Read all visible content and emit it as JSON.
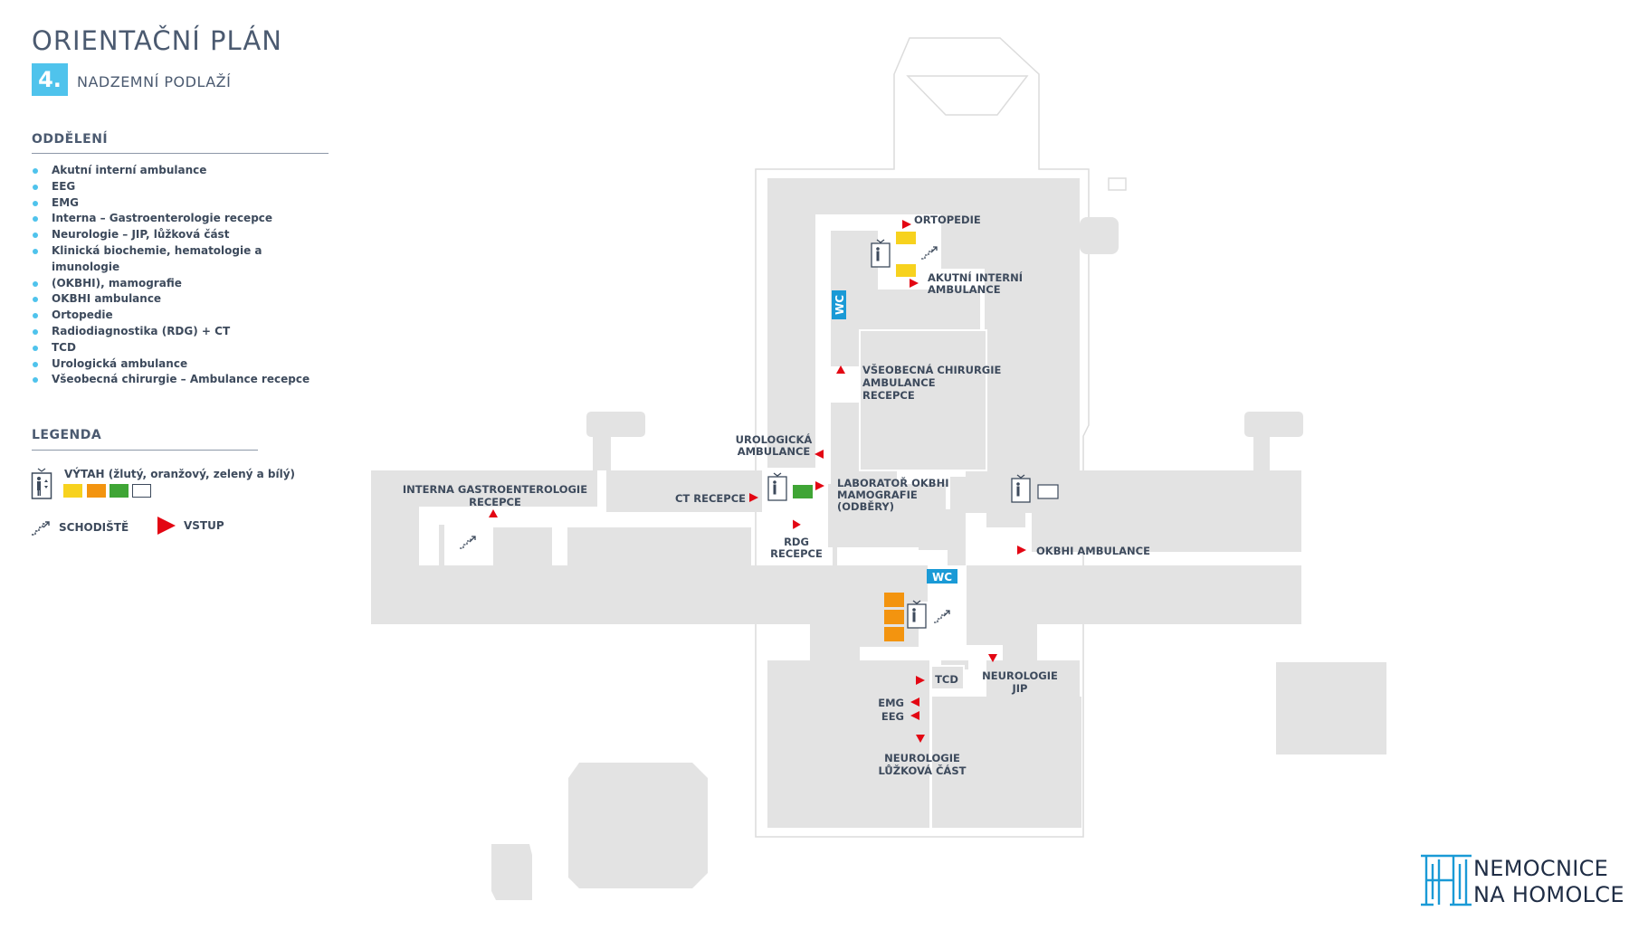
{
  "header": {
    "title": "ORIENTAČNÍ PLÁN",
    "floor_number": "4.",
    "floor_name": "NADZEMNÍ PODLAŽÍ"
  },
  "departments": {
    "heading": "ODDĚLENÍ",
    "items": [
      "Akutní interní ambulance",
      "EEG",
      "EMG",
      "Interna – Gastroenterologie recepce",
      "Neurologie – JIP, lůžková část",
      "Klinická biochemie, hematologie a imunologie",
      "(OKBHI), mamografie",
      "OKBHI ambulance",
      "Ortopedie",
      "Radiodiagnostika (RDG) + CT",
      "TCD",
      "Urologická ambulance",
      "Všeobecná chirurgie – Ambulance recepce"
    ]
  },
  "legend": {
    "heading": "LEGENDA",
    "elevator_label": "VÝTAH (žlutý, oranžový, zelený a bílý)",
    "elevator_colors": [
      "#f7d21e",
      "#f3940f",
      "#3fa535",
      "#ffffff"
    ],
    "stairs_label": "SCHODIŠTĚ",
    "entrance_label": "VSTUP"
  },
  "map_labels": {
    "ortopedie": "ORTOPEDIE",
    "akutni_1": "AKUTNÍ INTERNÍ",
    "akutni_2": "AMBULANCE",
    "chirurgie_1": "VŠEOBECNÁ CHIRURGIE",
    "chirurgie_2": "AMBULANCE",
    "chirurgie_3": "RECEPCE",
    "urologicka_1": "UROLOGICKÁ",
    "urologicka_2": "AMBULANCE",
    "interna_1": "INTERNA GASTROENTEROLOGIE",
    "interna_2": "RECEPCE",
    "ct": "CT RECEPCE",
    "laborator_1": "LABORATOŘ OKBHI",
    "laborator_2": "MAMOGRAFIE",
    "laborator_3": "(ODBĚRY)",
    "rdg_1": "RDG",
    "rdg_2": "RECEPCE",
    "okbhi_amb": "OKBHI AMBULANCE",
    "wc": "WC",
    "tcd": "TCD",
    "emg": "EMG",
    "eeg": "EEG",
    "neuro_jip_1": "NEUROLOGIE",
    "neuro_jip_2": "JIP",
    "neuro_luz_1": "NEUROLOGIE",
    "neuro_luz_2": "LŮŽKOVÁ ČÁST"
  },
  "logo": {
    "line1": "NEMOCNICE",
    "line2": "NA HOMOLCE",
    "color": "#1a9ad6"
  },
  "colors": {
    "building": "#e3e3e3",
    "entrance": "#e30613",
    "wc": "#1a9ad6",
    "accent": "#4fc3ec"
  }
}
